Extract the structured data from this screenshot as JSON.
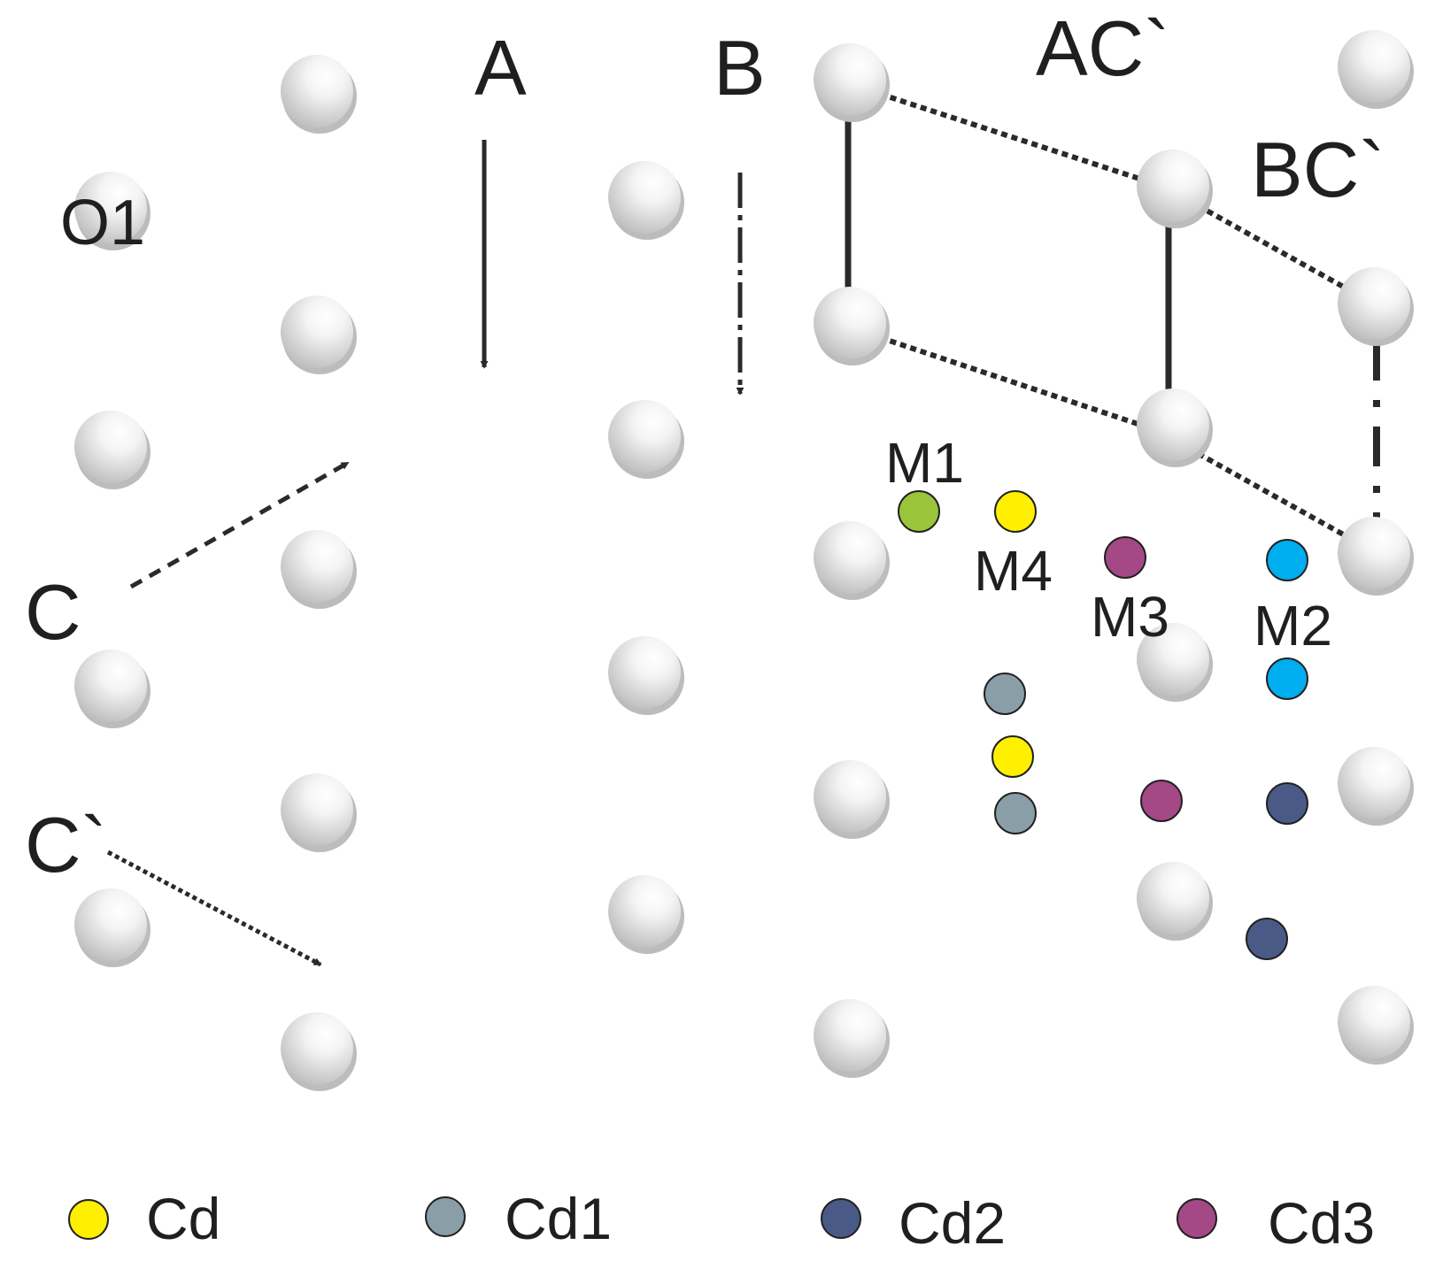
{
  "labels": {
    "A": "A",
    "B": "B",
    "AC": "AC`",
    "BC": "BC`",
    "O1": "O1",
    "C": "C",
    "C_prime": "C`",
    "M1": "M1",
    "M2": "M2",
    "M3": "M3",
    "M4": "M4"
  },
  "legend": [
    {
      "label": "Cd",
      "color": "#ffef00"
    },
    {
      "label": "Cd1",
      "color": "#8a9ea8"
    },
    {
      "label": "Cd2",
      "color": "#4a5a86"
    },
    {
      "label": "Cd3",
      "color": "#a44886"
    }
  ],
  "colors": {
    "M1": "#9ac43a",
    "M2": "#00aeef",
    "Cd": "#ffef00",
    "Cd1": "#8a9ea8",
    "Cd2": "#4a5a86",
    "Cd3": "#a44886",
    "sphere": "#c9c9c9",
    "line": "#2a2a2a"
  }
}
